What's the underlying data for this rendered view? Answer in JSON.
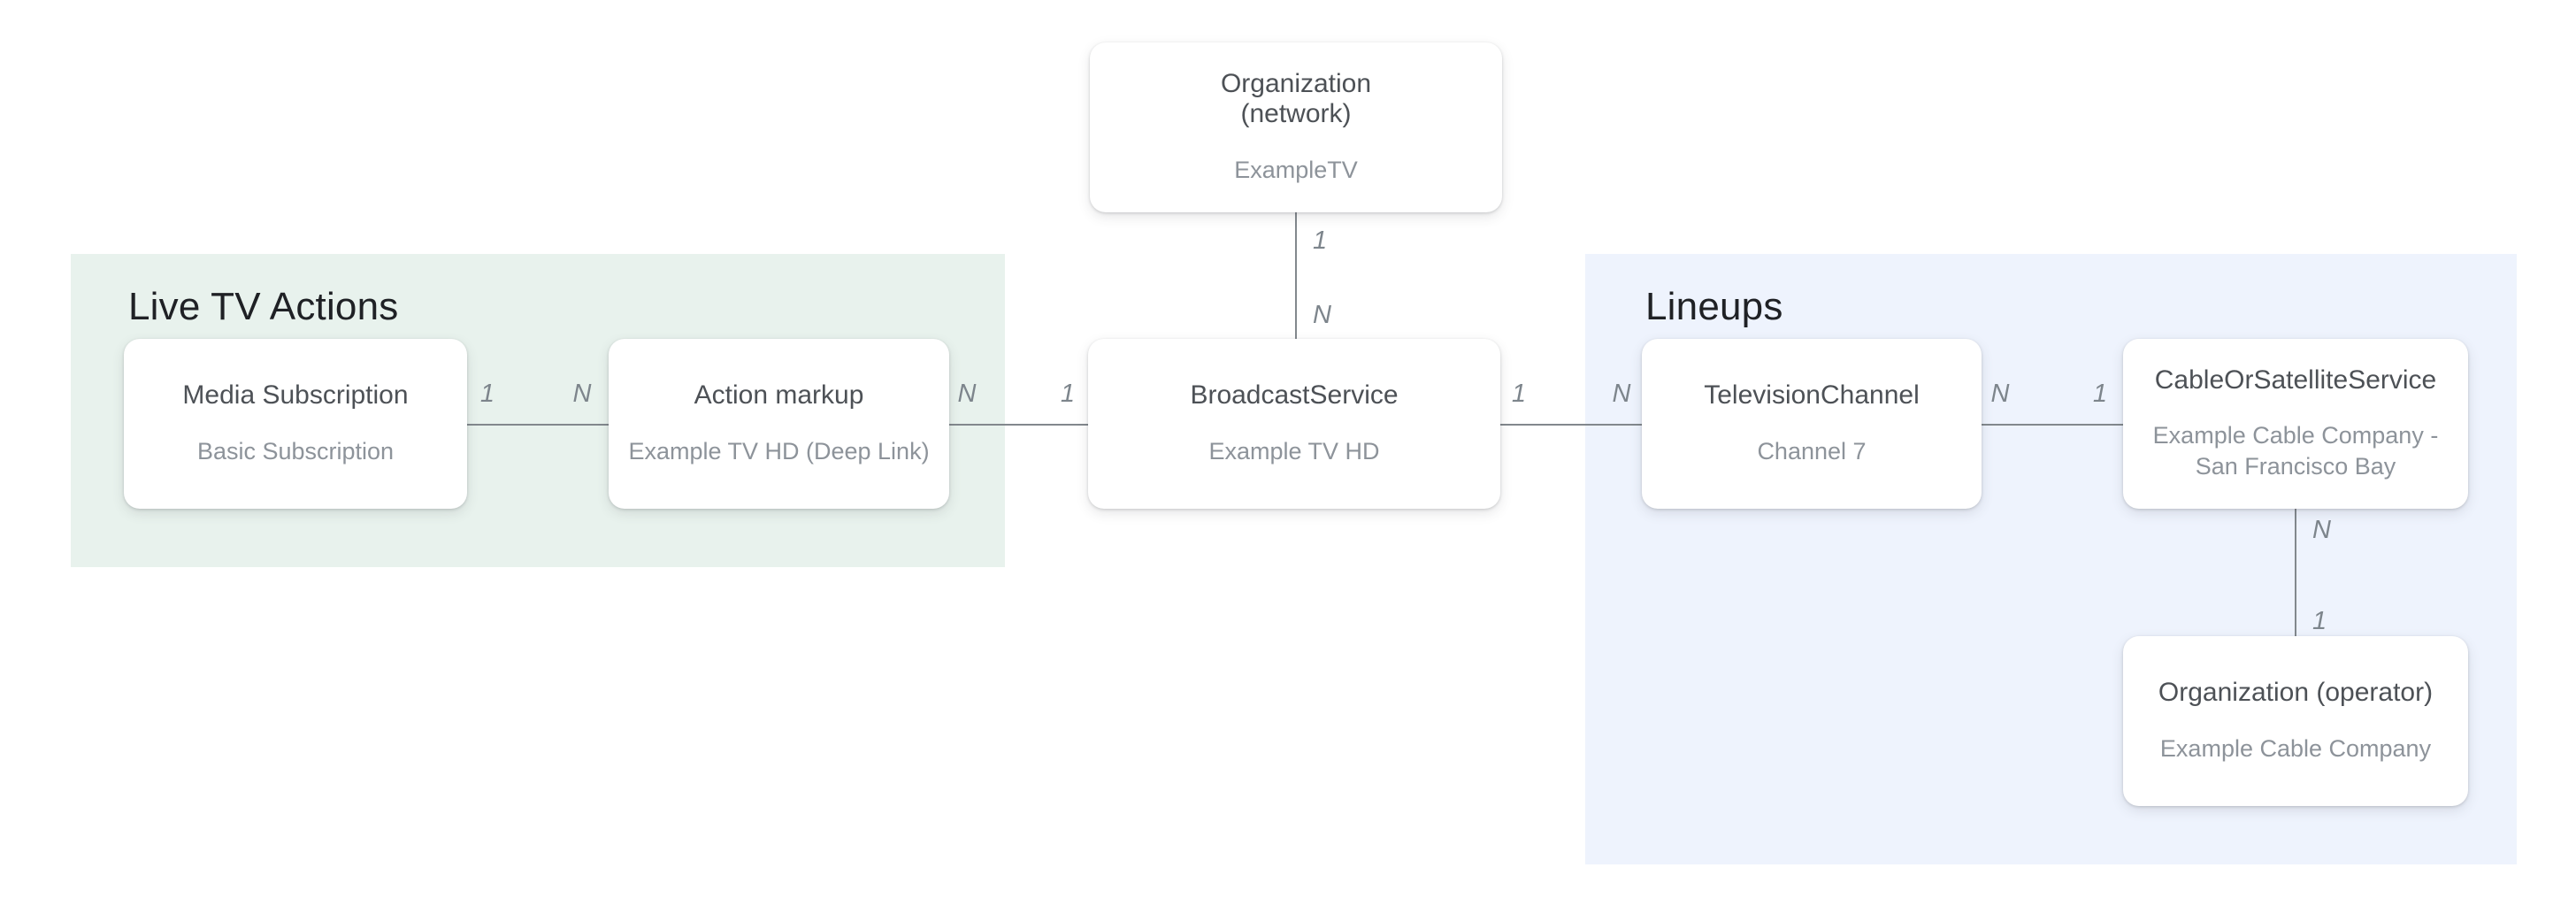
{
  "colors": {
    "canvas_bg": "#ffffff",
    "live_tv_region_bg": "#e8f2ed",
    "lineups_region_bg": "#eef3fd",
    "entity_card_bg": "#ffffff",
    "connector_line": "#82888d",
    "region_title_text": "#1f2125",
    "entity_title_text": "#4d5156",
    "entity_subtitle_text": "#8d939a",
    "cardinality_label_text": "#7d858c"
  },
  "regions": {
    "live_tv_actions": {
      "title": "Live TV Actions"
    },
    "lineups": {
      "title": "Lineups"
    }
  },
  "entities": {
    "organization_network": {
      "title": "Organization\n(network)",
      "subtitle": "ExampleTV"
    },
    "media_subscription": {
      "title": "Media Subscription",
      "subtitle": "Basic Subscription"
    },
    "action_markup": {
      "title": "Action markup",
      "subtitle": "Example TV HD (Deep Link)"
    },
    "broadcast_service": {
      "title": "BroadcastService",
      "subtitle": "Example TV HD"
    },
    "television_channel": {
      "title": "TelevisionChannel",
      "subtitle": "Channel 7"
    },
    "cable_or_satellite_service": {
      "title": "CableOrSatelliteService",
      "subtitle": "Example Cable Company -\nSan Francisco Bay"
    },
    "organization_operator": {
      "title": "Organization (operator)",
      "subtitle": "Example Cable Company"
    }
  },
  "cardinalities": {
    "network_to_broadcast": {
      "near_network": "1",
      "near_broadcast": "N"
    },
    "media_to_action": {
      "near_media": "1",
      "near_action": "N"
    },
    "action_to_broadcast": {
      "near_action": "N",
      "near_broadcast": "1"
    },
    "broadcast_to_channel": {
      "near_broadcast": "1",
      "near_channel": "N"
    },
    "channel_to_cable": {
      "near_channel": "N",
      "near_cable": "1"
    },
    "cable_to_operator": {
      "near_cable": "N",
      "near_operator": "1"
    }
  }
}
